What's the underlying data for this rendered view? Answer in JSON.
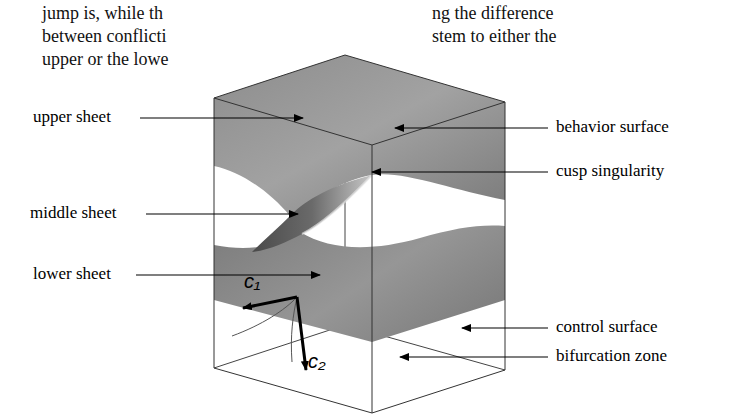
{
  "diagram": {
    "labels": [
      "jump is, while th",
      "ng the difference",
      "between conflicti",
      "stem to either the",
      "upper or the lowe",
      "upper sheet",
      "middle sheet",
      "lower sheet",
      "behavior surface",
      "cusp singularity",
      "control surface",
      "bifurcation zone",
      "c₁",
      "c₂"
    ]
  }
}
